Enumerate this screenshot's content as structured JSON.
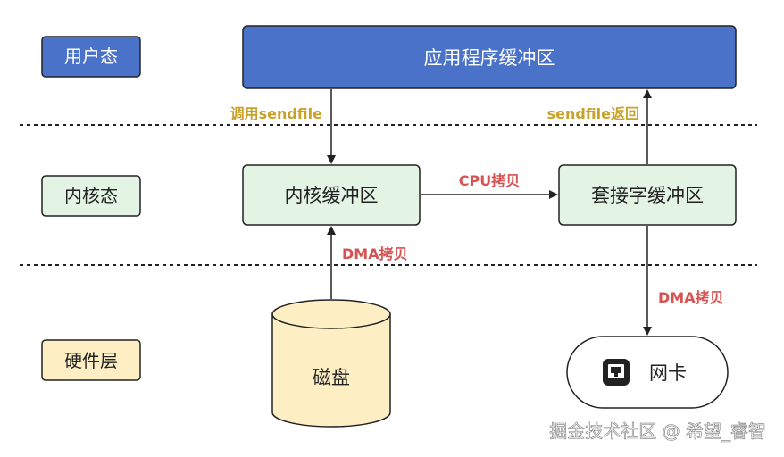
{
  "layers": {
    "user": "用户态",
    "kernel": "内核态",
    "hardware": "硬件层"
  },
  "nodes": {
    "app_buffer": "应用程序缓冲区",
    "kernel_buffer": "内核缓冲区",
    "socket_buffer": "套接字缓冲区",
    "disk": "磁盘",
    "nic": "网卡"
  },
  "edges": {
    "call_sendfile": "调用sendfile",
    "sendfile_return": "sendfile返回",
    "cpu_copy": "CPU拷贝",
    "dma_copy_in": "DMA拷贝",
    "dma_copy_out": "DMA拷贝"
  },
  "watermark": "掘金技术社区 @ 希望_睿智",
  "colors": {
    "user_fill": "#4a72c8",
    "user_text": "#ffffff",
    "kernel_fill": "#e3f4e5",
    "hardware_fill": "#fdeec4",
    "edge_label_gold": "#c9a227",
    "edge_label_red": "#d65353",
    "stroke": "#222222"
  }
}
